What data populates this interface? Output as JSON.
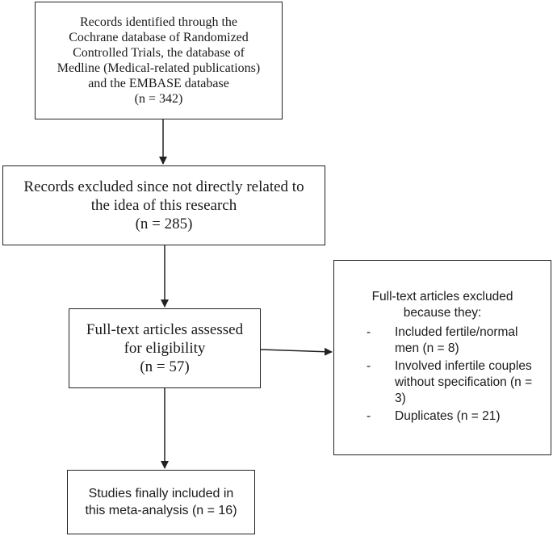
{
  "diagram": {
    "identified": {
      "lines": [
        "Records identified through the",
        "Cochrane database of Randomized",
        "Controlled Trials, the database of",
        "Medline (Medical-related publications)",
        "and the EMBASE database",
        "(n = 342)"
      ]
    },
    "screen_excluded": {
      "lines": [
        "Records excluded since not directly related to",
        "the idea of this research",
        "(n = 285)"
      ]
    },
    "assessed": {
      "lines": [
        "Full-text articles assessed",
        "for eligibility",
        "(n = 57)"
      ]
    },
    "fulltext_excluded": {
      "title_lines": [
        "Full-text articles excluded",
        "because they:"
      ],
      "items": [
        {
          "marker": "-",
          "text": "Included fertile/normal men (n = 8)"
        },
        {
          "marker": "-",
          "text": "Involved infertile couples without specification (n = 3)"
        },
        {
          "marker": "-",
          "text": "Duplicates (n = 21)"
        }
      ]
    },
    "included": {
      "lines": [
        "Studies finally included in",
        "this meta-analysis (n = 16)"
      ]
    }
  },
  "colors": {
    "stroke": "#222222",
    "text": "#1a1a1a"
  }
}
